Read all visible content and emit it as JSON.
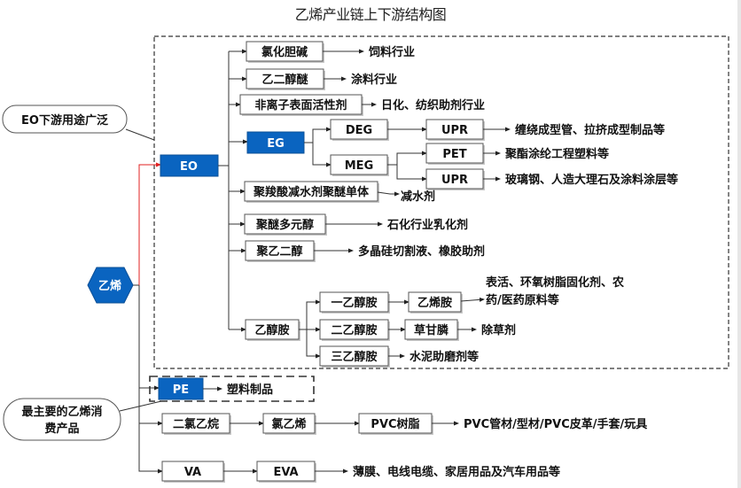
{
  "title": "乙烯产业链上下游结构图",
  "root": {
    "label": "乙烯",
    "color": "#0a64c0"
  },
  "callouts": {
    "eo": "EO下游用途广泛",
    "pe": [
      "最主要的乙烯消",
      "费产品"
    ]
  },
  "eo": {
    "label": "EO",
    "branches": [
      {
        "node": "氯化胆碱",
        "use": "饲料行业"
      },
      {
        "node": "乙二醇醚",
        "use": "涂料行业"
      },
      {
        "node": "非离子表面活性剂",
        "use": "日化、纺织助剂行业"
      },
      {
        "node": "EG",
        "children": [
          {
            "node": "DEG",
            "children": [
              {
                "node": "UPR",
                "use": "缠绕成型管、拉挤成型制品等"
              }
            ]
          },
          {
            "node": "MEG",
            "children": [
              {
                "node": "PET",
                "use": "聚酯涂纶工程塑料等"
              },
              {
                "node": "UPR",
                "use": "玻璃钢、人造大理石及涂料涂层等"
              }
            ]
          }
        ]
      },
      {
        "node": "聚羧酸减水剂聚醚单体",
        "use": "减水剂"
      },
      {
        "node": "聚醚多元醇",
        "use": "石化行业乳化剂"
      },
      {
        "node": "聚乙二醇",
        "use": "多晶硅切割液、橡胶助剂"
      },
      {
        "node": "乙醇胺",
        "children": [
          {
            "node": "一乙醇胺",
            "children": [
              {
                "node": "乙烯胺",
                "use": [
                  "表活、环氧树脂固化剂、农",
                  "药/医药原料等"
                ]
              }
            ]
          },
          {
            "node": "二乙醇胺",
            "children": [
              {
                "node": "草甘膦",
                "use": "除草剂"
              }
            ]
          },
          {
            "node": "三乙醇胺",
            "use": "水泥助磨剂等"
          }
        ]
      }
    ]
  },
  "pe": {
    "label": "PE",
    "use": "塑料制品"
  },
  "pvc_chain": {
    "nodes": [
      "二氯乙烷",
      "氯乙烯",
      "PVC树脂"
    ],
    "use": "PVC管材/型材/PVC皮革/手套/玩具"
  },
  "eva_chain": {
    "nodes": [
      "VA",
      "EVA"
    ],
    "use": "薄膜、电线电缆、家居用品及汽车用品等"
  }
}
